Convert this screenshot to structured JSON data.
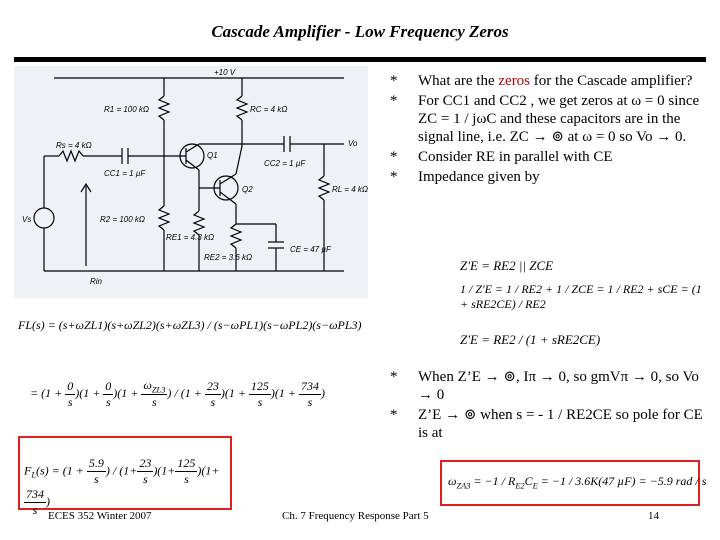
{
  "title": "Cascade  Amplifier - Low  Frequency  Zeros",
  "circuit": {
    "supply": "+10 V",
    "r1": "R1 = 100 kΩ",
    "rc": "RC = 4 kΩ",
    "rs": "Rs = 4 kΩ",
    "cc1": "CC1 = 1 µF",
    "cc2": "CC2 = 1 µF",
    "r2": "R2 = 100 kΩ",
    "re1": "RE1 = 4.3 kΩ",
    "re2": "RE2 = 3.6 kΩ",
    "ce": "CE = 47 µF",
    "rl": "RL = 4 kΩ",
    "q1": "Q1",
    "q2": "Q2",
    "vo": "Vo",
    "vs": "Vs",
    "rin": "Rin"
  },
  "bullets": [
    {
      "pre": "What are the ",
      "em": "zeros",
      "post": " for the Cascade amplifier?"
    },
    {
      "pre": "For CC1 and CC2 , we get zeros at ω = 0 since ZC = 1 / jωC and these capacitors are in the signal line, i.e. ZC → ⊚ at ω = 0 so Vo → 0.",
      "em": "",
      "post": ""
    },
    {
      "pre": "Consider RE in parallel with CE",
      "em": "",
      "post": ""
    },
    {
      "pre": "Impedance given by",
      "em": "",
      "post": ""
    }
  ],
  "bullets2": [
    "When Z’E → ⊚, Iπ → 0,  so  gmVπ → 0, so Vo → 0",
    "Z’E → ⊚  when s = - 1 / RE2CE  so pole for  CE  is  at"
  ],
  "eq": {
    "imp1": "Z'E = RE2 || ZCE",
    "imp2_l": "1 / Z'E = 1 / RE2 + 1 / ZCE = 1 / RE2 + sCE = (1 + sRE2CE) / RE2",
    "imp3": "Z'E = RE2 / (1 + sRE2CE)",
    "fl_gen": "FL(s) = (s+ωZL1)(s+ωZL2)(s+ωZL3) / (s−ωPL1)(s−ωPL2)(s−ωPL3)",
    "fl_num": "5.9",
    "p1": "23",
    "p2": "125",
    "p3": "734",
    "wza_result": "= −5.9  rad / s",
    "wza_num": "3.6K(47 µF)"
  },
  "footer": {
    "left": "ECES 352  Winter 2007",
    "center": "Ch. 7 Frequency Response  Part 5",
    "page": "14"
  }
}
